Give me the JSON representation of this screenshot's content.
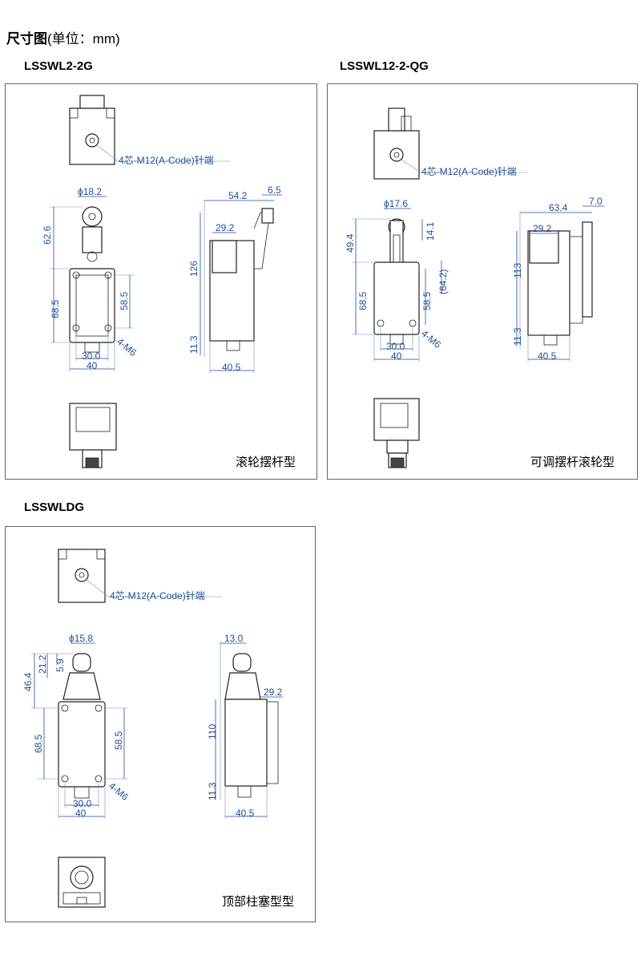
{
  "page_title": "尺寸图",
  "page_unit": "(单位：mm)",
  "connector_label": "4芯-M12(A-Code)针端",
  "panels": [
    {
      "title": "LSSWL2-2G",
      "type_label": "滚轮摆杆型",
      "dims": {
        "dia": "ϕ18.2",
        "h_top": "62.6",
        "h_body": "68.5",
        "h_inner": "58.5",
        "mount": "4-M6",
        "w_inner": "30.0",
        "w_outer": "40",
        "side_w": "54.2",
        "side_tip": "6.5",
        "side_mid": "29.2",
        "side_h": "126",
        "side_bottom": "11.3",
        "side_depth": "40.5"
      }
    },
    {
      "title": "LSSWL12-2-QG",
      "type_label": "可调摆杆滚轮型",
      "dims": {
        "dia": "ϕ17.6",
        "h_top": "49.4",
        "h_small": "14.1",
        "h_paren": "(64.2)",
        "h_body": "68.5",
        "h_inner": "58.5",
        "mount": "4-M6",
        "w_inner": "30.0",
        "w_outer": "40",
        "side_w": "63.4",
        "side_tip": "7.0",
        "side_mid": "29.2",
        "side_h": "113",
        "side_bottom": "11.3",
        "side_depth": "40.5"
      }
    },
    {
      "title": "LSSWLDG",
      "type_label": "顶部柱塞型型",
      "dims": {
        "dia": "ϕ15.8",
        "h_total": "46.4",
        "h_plunger": "21.2",
        "h_cap": "5.9",
        "h_body": "68.5",
        "h_inner": "58.5",
        "mount": "4-M6",
        "w_inner": "30.0",
        "w_outer": "40",
        "side_top": "13.0",
        "side_mid": "29.2",
        "side_h": "110",
        "side_bottom": "11.3",
        "side_depth": "40.5"
      }
    }
  ]
}
